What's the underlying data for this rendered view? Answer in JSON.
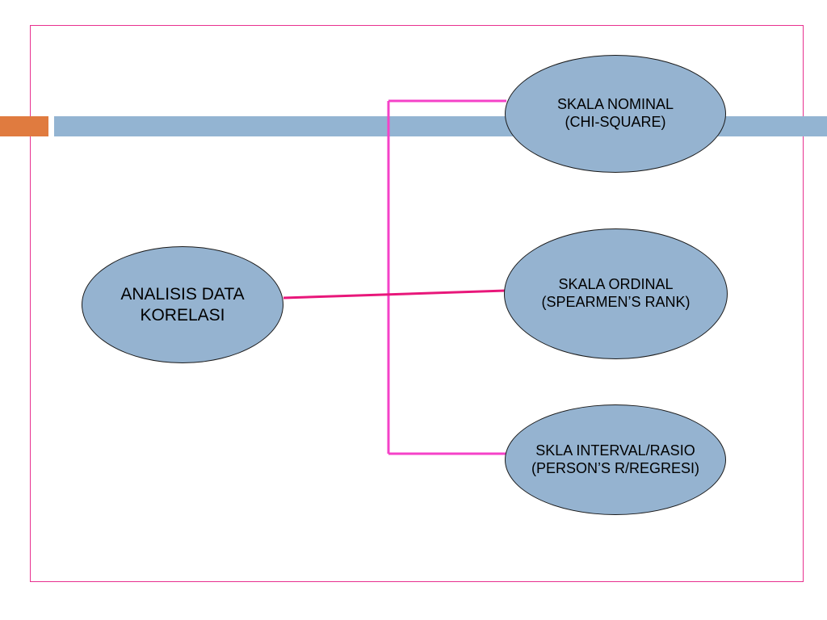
{
  "colors": {
    "frame_border": "#e8308f",
    "accent_bar": "#e07b3f",
    "header_bar": "#93b4d2",
    "node_fill": "#95b3d0",
    "connector_branch": "#f542c8",
    "connector_main": "#e8177a"
  },
  "diagram": {
    "main_node": {
      "line1": "ANALISIS DATA",
      "line2": "KORELASI"
    },
    "branches": [
      {
        "line1": "SKALA NOMINAL",
        "line2": "(CHI-SQUARE)"
      },
      {
        "line1": "SKALA ORDINAL",
        "line2": "(SPEARMEN’S RANK)"
      },
      {
        "line1": "SKLA INTERVAL/RASIO",
        "line2": "(PERSON’S R/REGRESI)"
      }
    ]
  }
}
